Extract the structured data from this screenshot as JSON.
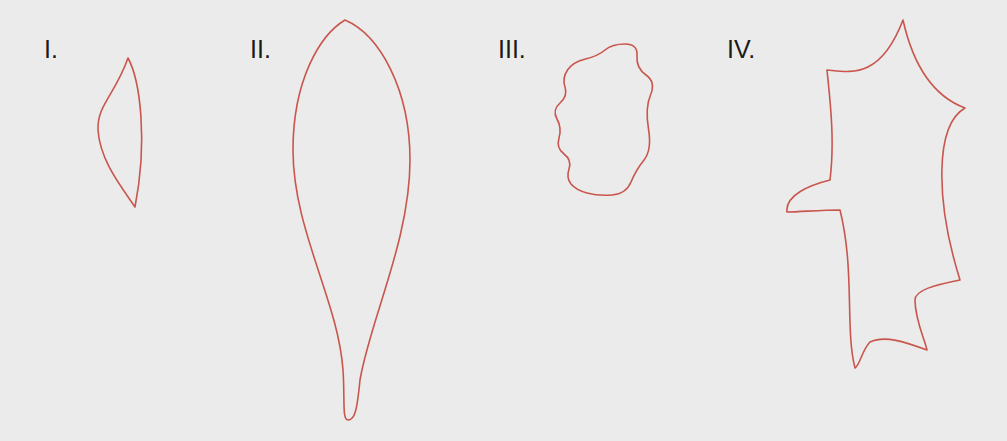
{
  "diagram": {
    "labels": [
      "I.",
      "II.",
      "III.",
      "IV."
    ]
  }
}
